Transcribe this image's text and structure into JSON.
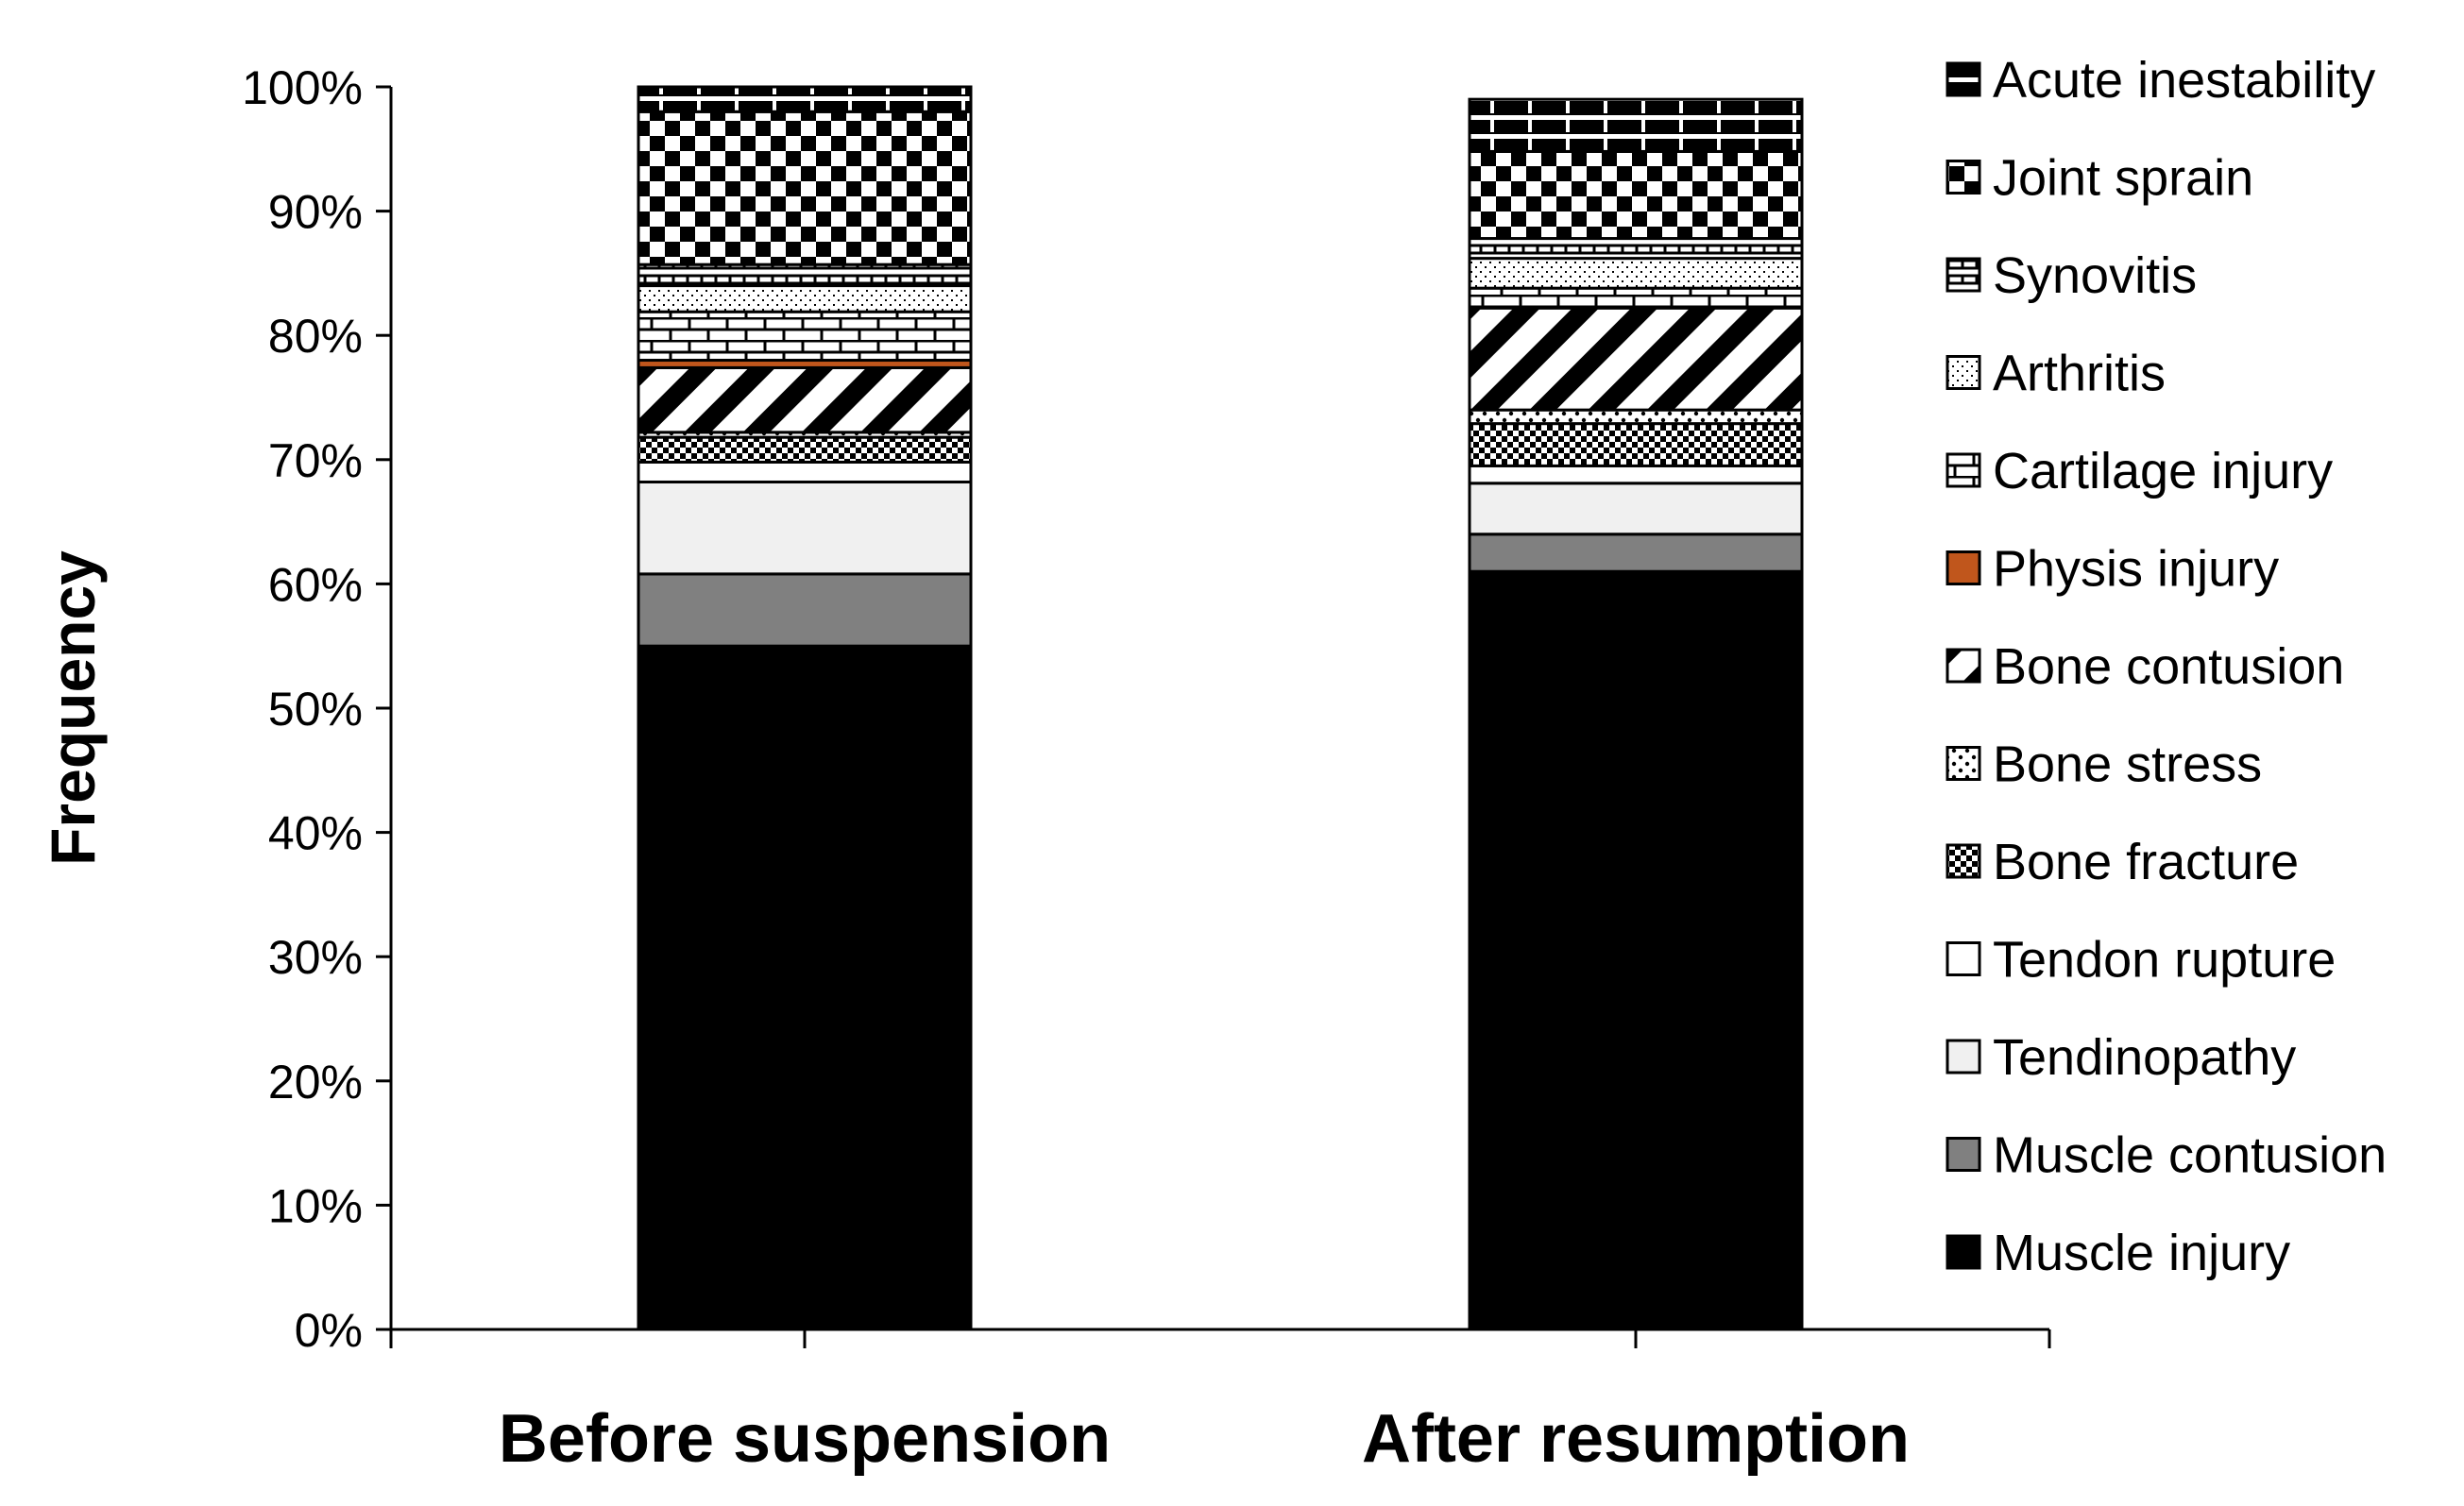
{
  "chart_data": {
    "type": "bar",
    "stacked": true,
    "normalized": true,
    "title": "",
    "xlabel": "",
    "ylabel": "Frequency",
    "ylim": [
      0,
      100
    ],
    "yticks": [
      "0%",
      "10%",
      "20%",
      "30%",
      "40%",
      "50%",
      "60%",
      "70%",
      "80%",
      "90%",
      "100%"
    ],
    "grid": false,
    "legend_position": "right",
    "categories": [
      "Before suspension",
      "After resumption"
    ],
    "series": [
      {
        "name": "Muscle injury",
        "pattern": "solid-black",
        "values": [
          55.0,
          61.0
        ]
      },
      {
        "name": "Muscle contusion",
        "pattern": "solid-gray",
        "values": [
          5.8,
          3.0
        ]
      },
      {
        "name": "Tendinopathy",
        "pattern": "light-gray",
        "values": [
          7.4,
          4.1
        ]
      },
      {
        "name": "Tendon rupture",
        "pattern": "white",
        "values": [
          1.6,
          1.4
        ]
      },
      {
        "name": "Bone fracture",
        "pattern": "small-checks",
        "values": [
          2.0,
          3.4
        ]
      },
      {
        "name": "Bone stress",
        "pattern": "dots",
        "values": [
          0.4,
          1.1
        ]
      },
      {
        "name": "Bone contusion",
        "pattern": "diagonal-stripes",
        "values": [
          5.2,
          8.2
        ]
      },
      {
        "name": "Physis injury",
        "pattern": "solid-orange",
        "values": [
          0.6,
          0.0
        ]
      },
      {
        "name": "Cartilage injury",
        "pattern": "bricks",
        "values": [
          3.9,
          1.6
        ]
      },
      {
        "name": "Arthritis",
        "pattern": "dotted-grid",
        "values": [
          2.1,
          2.4
        ]
      },
      {
        "name": "Synovitis",
        "pattern": "horizontal-bricks",
        "values": [
          1.7,
          1.6
        ]
      },
      {
        "name": "Joint sprain",
        "pattern": "big-checks",
        "values": [
          12.3,
          7.0
        ]
      },
      {
        "name": "Acute inestability",
        "pattern": "vertical-ticks",
        "values": [
          2.0,
          4.2
        ]
      }
    ],
    "legend_order": [
      "Acute inestability",
      "Joint sprain",
      "Synovitis",
      "Arthritis",
      "Cartilage injury",
      "Physis injury",
      "Bone contusion",
      "Bone stress",
      "Bone fracture",
      "Tendon rupture",
      "Tendinopathy",
      "Muscle contusion",
      "Muscle injury"
    ],
    "colors": {
      "accent": "#C0561C",
      "gray": "#808080",
      "light_gray": "#F0F0F0",
      "black": "#000000"
    }
  }
}
